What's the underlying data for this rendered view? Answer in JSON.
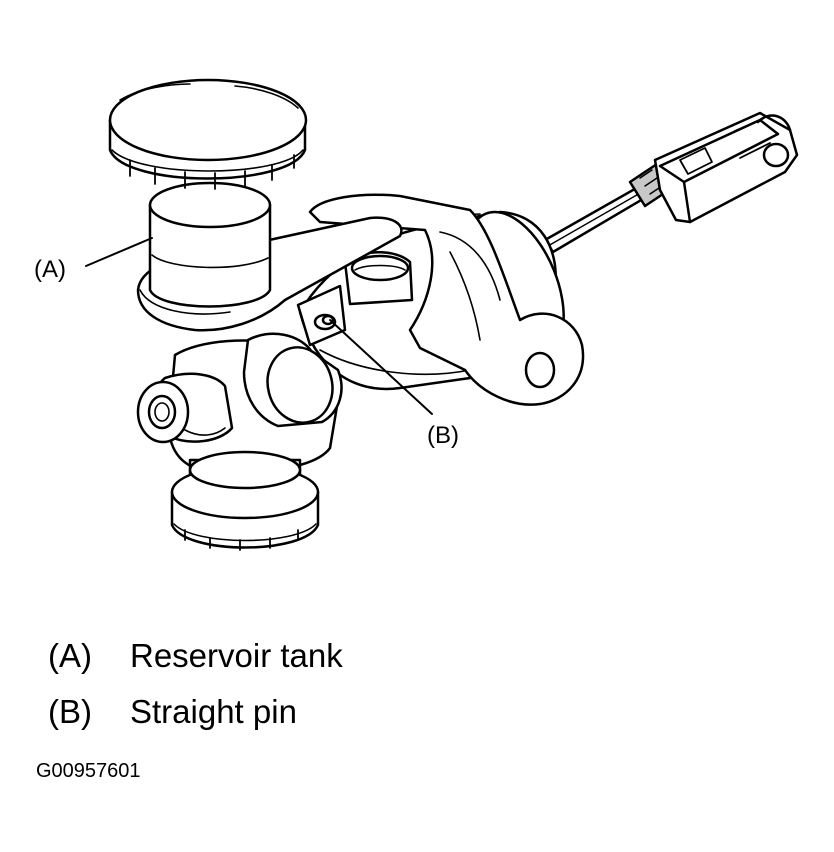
{
  "callouts": {
    "a": "(A)",
    "b": "(B)"
  },
  "legend": [
    {
      "key": "(A)",
      "label": "Reservoir tank"
    },
    {
      "key": "(B)",
      "label": "Straight pin"
    }
  ],
  "figure_id": "G00957601",
  "colors": {
    "line": "#000000",
    "fill": "#ffffff",
    "shade": "#c8c8c8"
  }
}
